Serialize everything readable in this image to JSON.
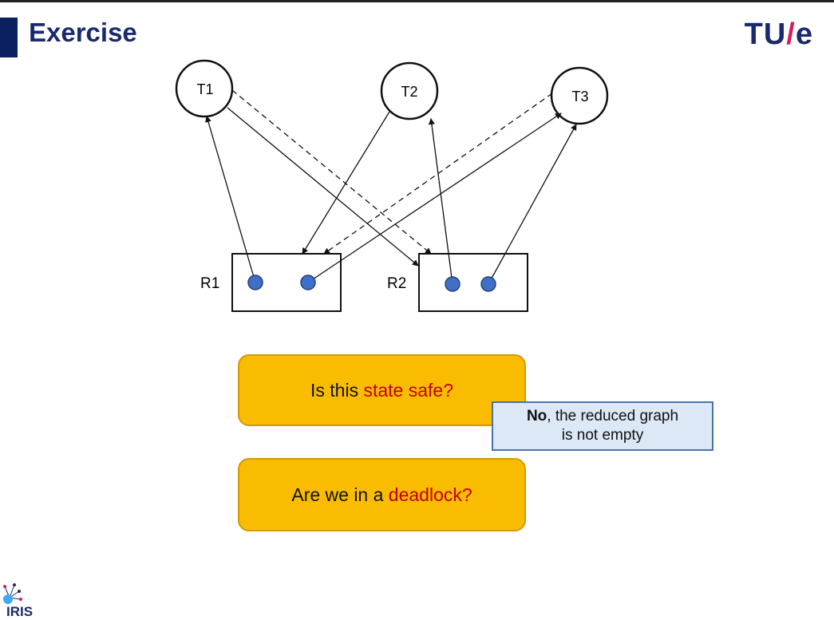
{
  "slide": {
    "title": "Exercise",
    "logo_tue": {
      "left": "TU",
      "slash": "/",
      "right": "e"
    }
  },
  "graph": {
    "threads": [
      "T1",
      "T2",
      "T3"
    ],
    "resources": [
      "R1",
      "R2"
    ]
  },
  "callouts": {
    "q1": {
      "prefix": "Is this ",
      "highlight": "state safe?"
    },
    "q2": {
      "prefix": "Are we in a ",
      "highlight": "deadlock?"
    },
    "answer": {
      "bold": "No",
      "line1_rest": ", the reduced graph",
      "line2": "is not empty"
    }
  },
  "footer": {
    "logo_text": "IRIS"
  },
  "colors": {
    "accent_yellow": "#f9bc00",
    "highlight_red": "#c00000",
    "answer_blue": "#dce8f6",
    "brand_navy": "#1a2a6c"
  }
}
